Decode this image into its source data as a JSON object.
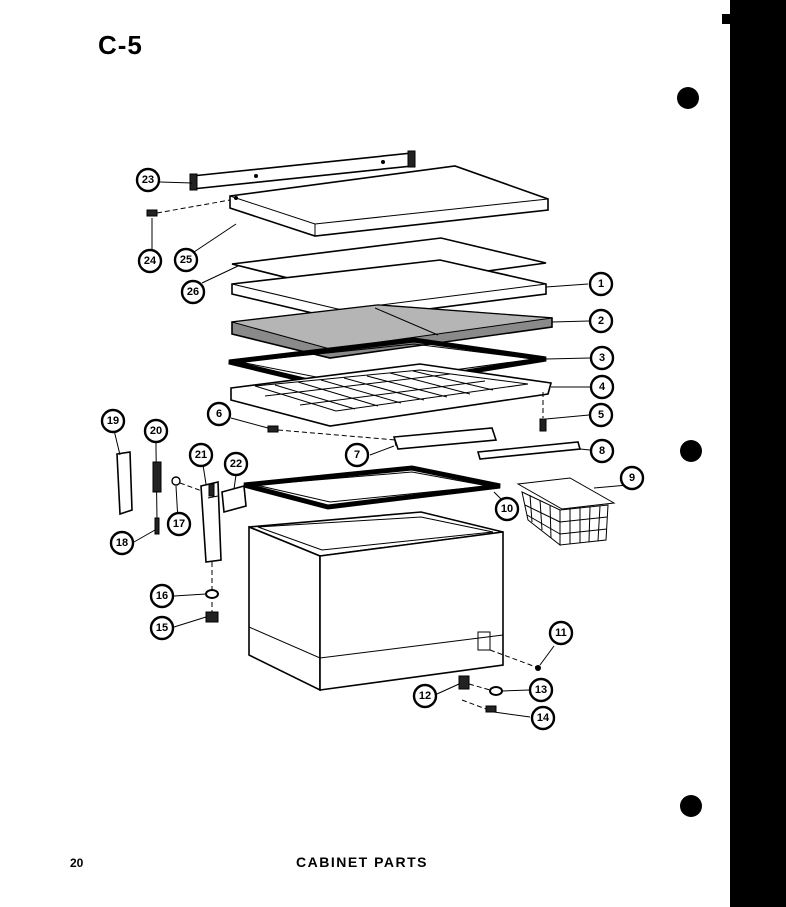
{
  "page_code": "C-5",
  "page_number": "20",
  "caption": "CABINET PARTS",
  "callouts": [
    "1",
    "2",
    "3",
    "4",
    "5",
    "6",
    "7",
    "8",
    "9",
    "10",
    "11",
    "12",
    "13",
    "14",
    "15",
    "16",
    "17",
    "18",
    "19",
    "20",
    "21",
    "22",
    "23",
    "24",
    "25",
    "26"
  ]
}
